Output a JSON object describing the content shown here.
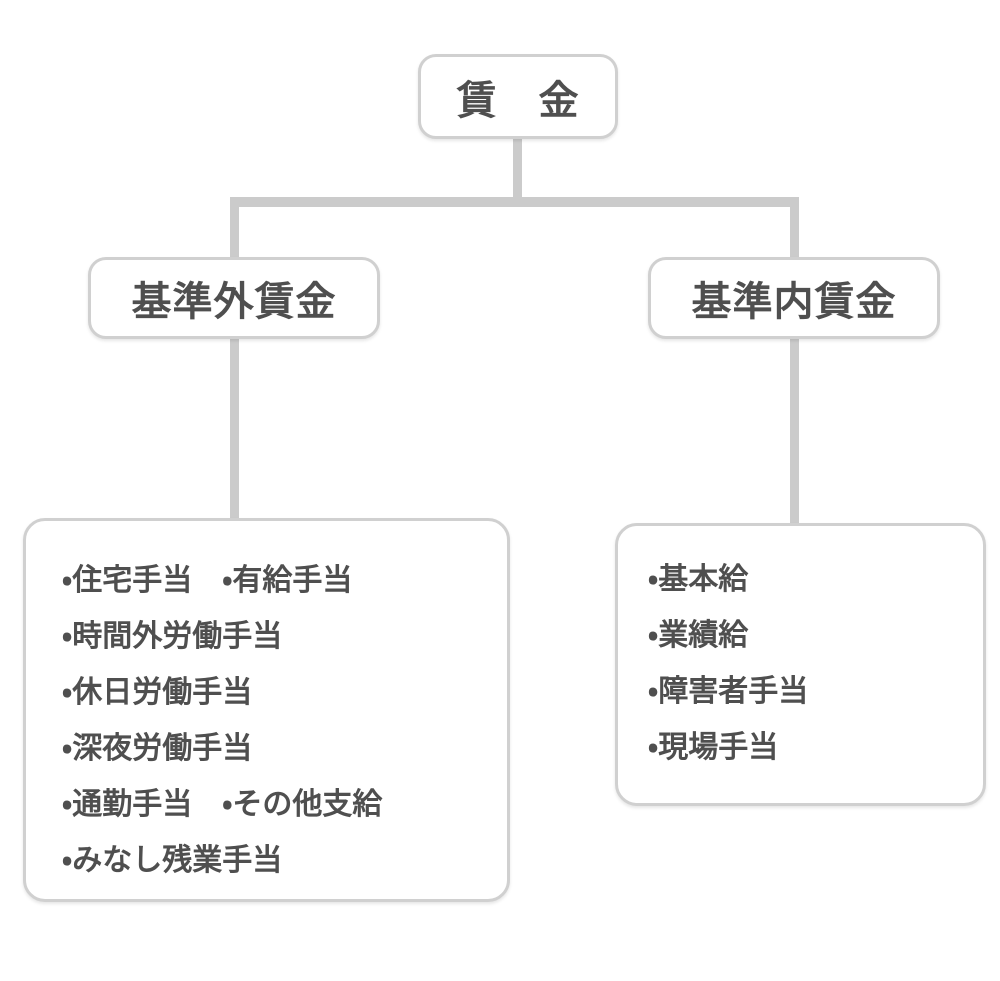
{
  "diagram": {
    "root": {
      "label": "賃　金"
    },
    "left_branch": {
      "label": "基準外賃金",
      "lines": [
        "・住宅手当　・有給手当",
        "・時間外労働手当",
        "・休日労働手当",
        "・深夜労働手当",
        "・通勤手当　・その他支給",
        "・みなし残業手当"
      ]
    },
    "right_branch": {
      "label": "基準内賃金",
      "lines": [
        "・基本給",
        "・業績給",
        "・障害者手当",
        "・現場手当"
      ]
    }
  },
  "colors": {
    "background": "#ffffff",
    "box_border": "#d0d0d0",
    "connector": "#cbcbcb",
    "text": "#4f4f4f"
  }
}
